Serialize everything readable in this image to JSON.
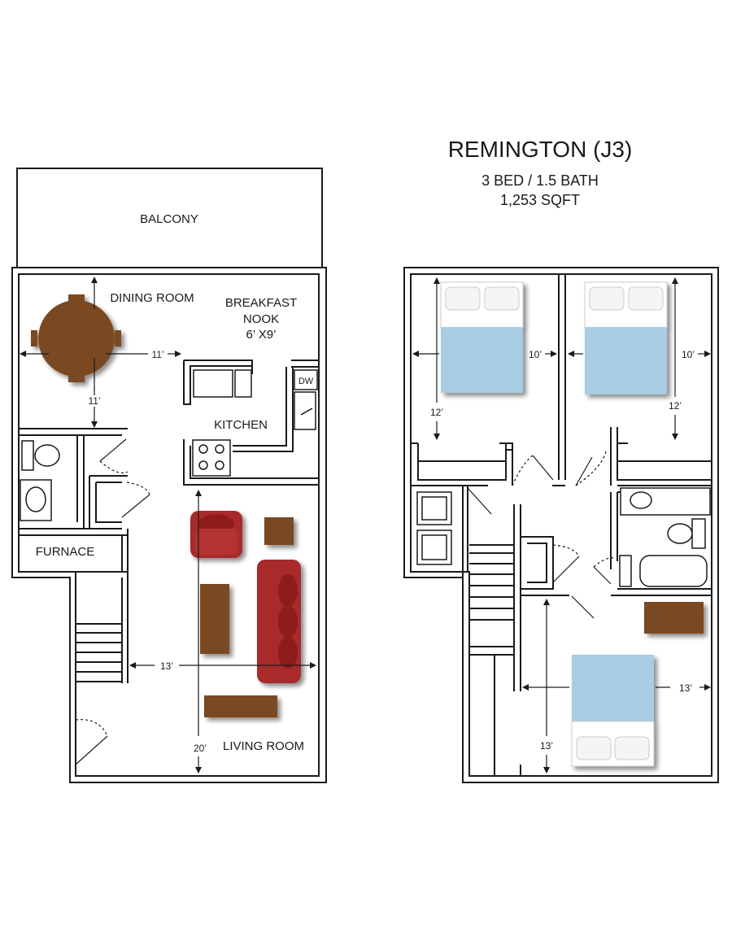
{
  "header": {
    "title": "REMINGTON (J3)",
    "beds_baths": "3 BED / 1.5 BATH",
    "area": "1,253 SQFT"
  },
  "lower_floor": {
    "balcony": "BALCONY",
    "dining_room": "DINING ROOM",
    "breakfast_nook_line1": "BREAKFAST",
    "breakfast_nook_line2": "NOOK",
    "breakfast_nook_size": "6’ X9’",
    "kitchen": "KITCHEN",
    "dishwasher": "DW",
    "furnace": "FURNACE",
    "living_room": "LIVING ROOM",
    "dining_width": "11’",
    "dining_depth": "11’",
    "living_width": "13’",
    "living_depth": "20’"
  },
  "upper_floor": {
    "bed1_width": "10’",
    "bed1_depth": "12’",
    "bed2_width": "10’",
    "bed2_depth": "12’",
    "bed3_width": "13’",
    "bed3_depth": "13’"
  },
  "colors": {
    "wood": "#7a4a22",
    "sofa": "#a82a2a",
    "bed": "#a9cde3",
    "wall": "#1a1a1a"
  }
}
